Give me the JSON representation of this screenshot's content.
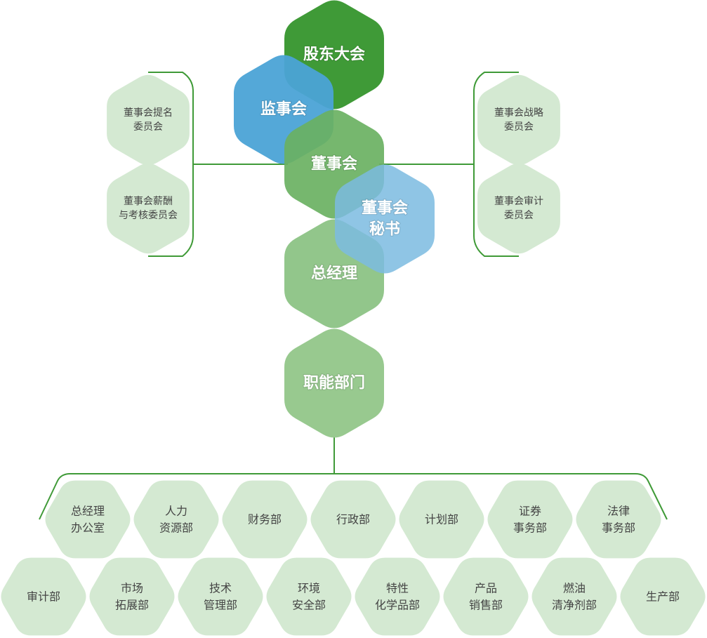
{
  "colors": {
    "shareholders": "#3f9a37",
    "supervisors": "#4ba3d6",
    "board": "#6ab162",
    "secretary": "#7bbbe0",
    "gm": "#92c68b",
    "functional": "#98c98f",
    "light": "#d4e9d2",
    "line": "#3f9a37"
  },
  "top": {
    "shareholders": "股东大会",
    "supervisors": "监事会",
    "board": "董事会",
    "secretary": [
      "董事会",
      "秘书"
    ],
    "general_manager": "总经理",
    "functional": "职能部门"
  },
  "left_committees": [
    [
      "董事会提名",
      "委员会"
    ],
    [
      "董事会薪酬",
      "与考核委员会"
    ]
  ],
  "right_committees": [
    [
      "董事会战略",
      "委员会"
    ],
    [
      "董事会审计",
      "委员会"
    ]
  ],
  "departments_row1": [
    [
      "总经理",
      "办公室"
    ],
    [
      "人力",
      "资源部"
    ],
    [
      "财务部"
    ],
    [
      "行政部"
    ],
    [
      "计划部"
    ],
    [
      "证券",
      "事务部"
    ],
    [
      "法律",
      "事务部"
    ]
  ],
  "departments_row2": [
    [
      "审计部"
    ],
    [
      "市场",
      "拓展部"
    ],
    [
      "技术",
      "管理部"
    ],
    [
      "环境",
      "安全部"
    ],
    [
      "特性",
      "化学品部"
    ],
    [
      "产品",
      "销售部"
    ],
    [
      "燃油",
      "清净剂部"
    ],
    [
      "生产部"
    ]
  ]
}
